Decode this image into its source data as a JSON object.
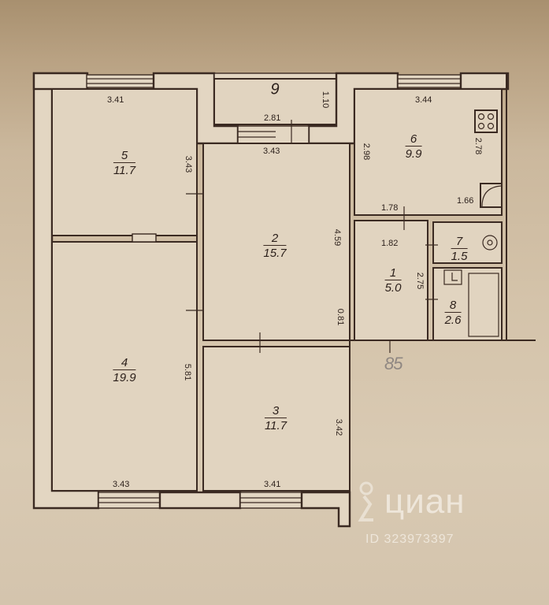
{
  "floor_plan": {
    "total_label": "85",
    "rooms": [
      {
        "id": "1",
        "number": "1",
        "area": "5.0"
      },
      {
        "id": "2",
        "number": "2",
        "area": "15.7"
      },
      {
        "id": "3",
        "number": "3",
        "area": "11.7"
      },
      {
        "id": "4",
        "number": "4",
        "area": "19.9"
      },
      {
        "id": "5",
        "number": "5",
        "area": "11.7"
      },
      {
        "id": "6",
        "number": "6",
        "area": "9.9"
      },
      {
        "id": "7",
        "number": "7",
        "area": "1.5"
      },
      {
        "id": "8",
        "number": "8",
        "area": "2.6"
      },
      {
        "id": "9",
        "number": "9",
        "area": ""
      }
    ],
    "dimensions": {
      "room5_top": "3.41",
      "room5_right": "3.43",
      "room9_width": "2.81",
      "room9_depth": "1.10",
      "room2_top": "3.43",
      "room2_right": "4.59",
      "room2_doorway": "0.81",
      "room6_top": "3.44",
      "room6_left": "2.98",
      "room6_right": "2.78",
      "room6_nook": "1.66",
      "room1_top_outer": "1.78",
      "room1_top": "1.82",
      "room1_right": "2.75",
      "room4_right": "5.81",
      "room4_bottom": "3.43",
      "room3_right": "3.42",
      "room3_bottom": "3.41"
    },
    "fixtures": [
      "stove-icon",
      "sink-icon",
      "toilet-icon",
      "bathtub-icon"
    ]
  },
  "watermark": {
    "brand": "циан",
    "id_text": "ID 323973397"
  },
  "colors": {
    "wall_stroke": "#3b2a22",
    "paper": "#d9cab3",
    "room_fill": "#e1d4c0",
    "watermark": "#f5f0e8"
  }
}
